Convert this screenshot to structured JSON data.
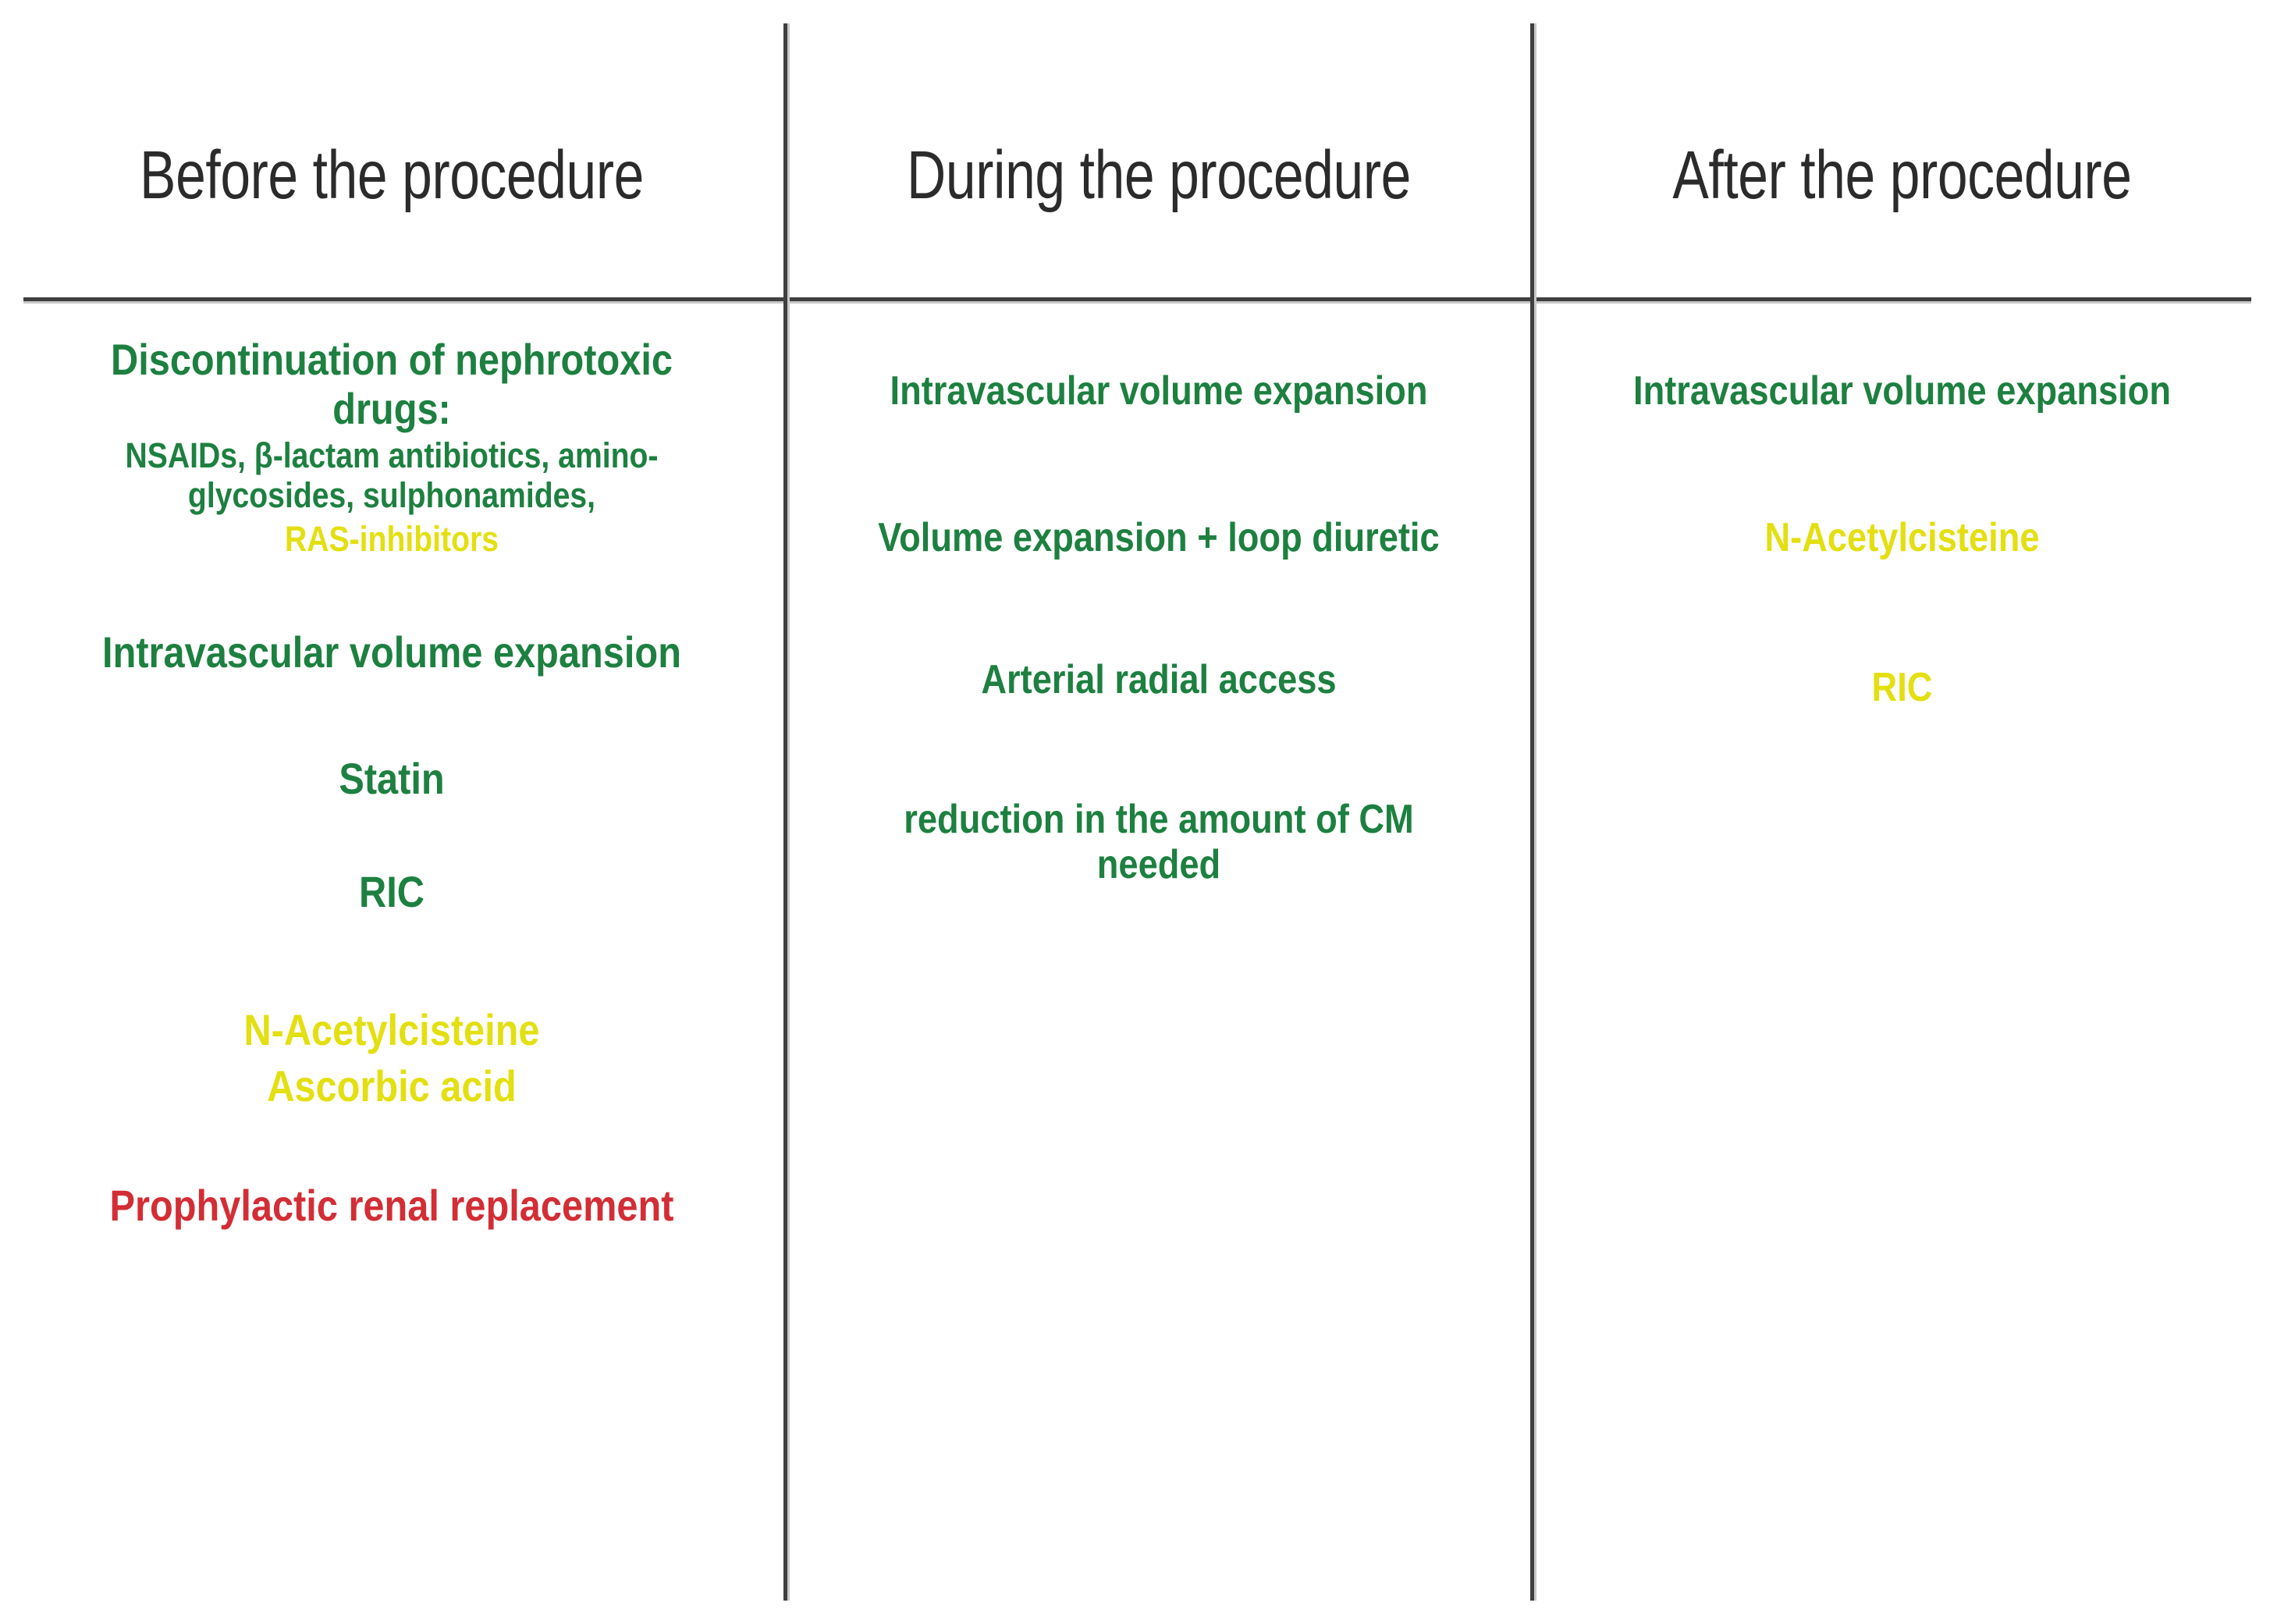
{
  "table": {
    "columns": [
      {
        "id": "before",
        "header": "Before the procedure",
        "entries": [
          {
            "id": "discontinuation",
            "title": "Discontinuation of nephrotoxic drugs:",
            "detail": "NSAIDs, β-lactam antibiotics, amino-glycosides, sulphonamides,",
            "highlight": "RAS-inhibitors",
            "title_color": "#1d8040",
            "detail_color": "#1d8040",
            "highlight_color": "#e3df10"
          },
          {
            "id": "volume-expansion",
            "title": "Intravascular volume expansion",
            "title_color": "#1d8040"
          },
          {
            "id": "statin",
            "title": "Statin",
            "title_color": "#1d8040"
          },
          {
            "id": "ric",
            "title": "RIC",
            "title_color": "#1d8040"
          },
          {
            "id": "n-acetylcisteine",
            "title": "N-Acetylcisteine",
            "title_color": "#e3df10"
          },
          {
            "id": "ascorbic-acid",
            "title": "Ascorbic acid",
            "title_color": "#e3df10"
          },
          {
            "id": "prophylactic-renal-replacement",
            "title": "Prophylactic renal replacement",
            "title_color": "#d32d35"
          }
        ]
      },
      {
        "id": "during",
        "header": "During the procedure",
        "entries": [
          {
            "id": "volume-expansion",
            "title": "Intravascular volume expansion",
            "title_color": "#1d8040"
          },
          {
            "id": "volume-expansion-loop-diuretic",
            "title": "Volume expansion + loop diuretic",
            "title_color": "#1d8040"
          },
          {
            "id": "arterial-radial-access",
            "title": "Arterial radial access",
            "title_color": "#1d8040"
          },
          {
            "id": "cm-reduction",
            "title": "reduction in the amount of CM needed",
            "title_color": "#1d8040"
          }
        ]
      },
      {
        "id": "after",
        "header": "After the procedure",
        "entries": [
          {
            "id": "volume-expansion",
            "title": "Intravascular volume expansion",
            "title_color": "#1d8040"
          },
          {
            "id": "n-acetylcisteine",
            "title": "N-Acetylcisteine",
            "title_color": "#e3df10"
          },
          {
            "id": "ric",
            "title": "RIC",
            "title_color": "#e3df10"
          }
        ]
      }
    ]
  },
  "legend_colors": {
    "recommended": "#1d8040",
    "uncertain": "#e3df10",
    "not_recommended": "#d32d35",
    "rule": "#3f3f3f",
    "header_text": "#2b2b2b",
    "background": "#ffffff"
  }
}
